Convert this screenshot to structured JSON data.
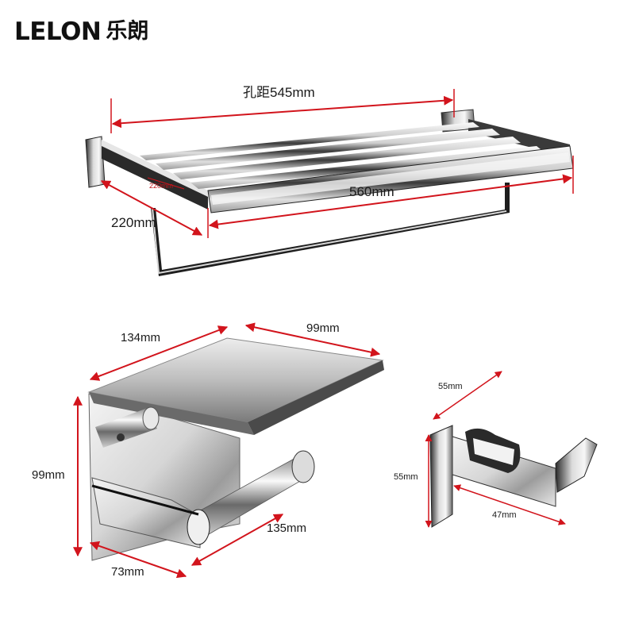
{
  "brand": {
    "logo_text": "LELON",
    "logo_chinese": "乐朗"
  },
  "colors": {
    "dimension_line": "#d2141c",
    "steel_dark": "#1c1c1c",
    "steel_mid": "#8a8a8a",
    "steel_light": "#f2f2f2"
  },
  "towel_rack": {
    "hole_distance_label": "孔距545mm",
    "width_label": "560mm",
    "depth_label": "220mm",
    "depth_small_label": "220mm"
  },
  "paper_holder": {
    "top_width_label": "134mm",
    "shelf_depth_label": "99mm",
    "height_label": "99mm",
    "bar_length_label": "135mm",
    "base_width_label": "73mm"
  },
  "hook": {
    "top_label": "55mm",
    "side_label": "55mm",
    "depth_label": "47mm"
  }
}
